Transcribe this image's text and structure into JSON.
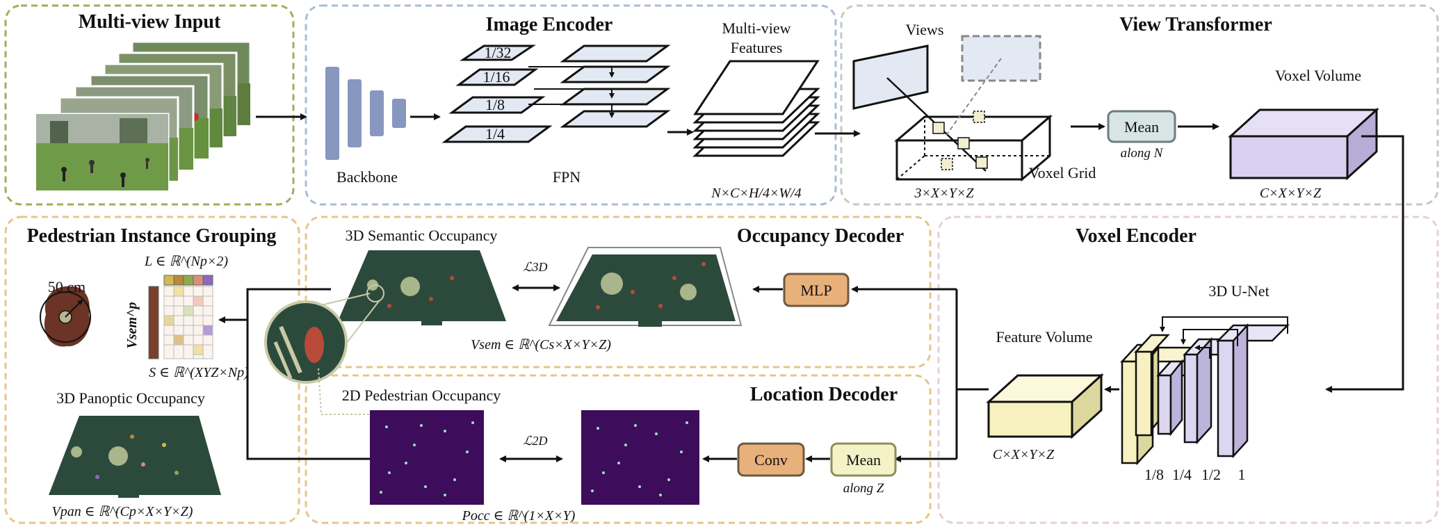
{
  "modules": {
    "multiview_input": "Multi-view Input",
    "image_encoder": "Image Encoder",
    "view_transformer": "View Transformer",
    "pedestrian_grouping": "Pedestrian Instance Grouping",
    "occupancy_decoder": "Occupancy Decoder",
    "voxel_encoder": "Voxel Encoder",
    "location_decoder": "Location Decoder"
  },
  "image_encoder": {
    "backbone": "Backbone",
    "fpn": "FPN",
    "fpn_levels": [
      "1/32",
      "1/16",
      "1/8",
      "1/4"
    ],
    "features_title_1": "Multi-view",
    "features_title_2": "Features",
    "features_shape": "N×C×H/4×W/4"
  },
  "view_transformer": {
    "views": "Views",
    "voxel_grid": "Voxel Grid",
    "grid_shape": "3×X×Y×Z",
    "mean": "Mean",
    "mean_axis": "along N",
    "voxel_volume": "Voxel Volume",
    "volume_shape": "C×X×Y×Z"
  },
  "voxel_encoder": {
    "unet": "3D U-Net",
    "feature_volume": "Feature Volume",
    "feature_shape": "C×X×Y×Z",
    "scales": [
      "1/8",
      "1/4",
      "1/2",
      "1"
    ]
  },
  "occupancy_decoder": {
    "semantic_title": "3D Semantic Occupancy",
    "mlp": "MLP",
    "loss": "ℒ3D",
    "vsem": "Vsem ∈ ℝ^(Cs×X×Y×Z)"
  },
  "location_decoder": {
    "ped_title": "2D Pedestrian Occupancy",
    "conv": "Conv",
    "mean": "Mean",
    "mean_axis": "along Z",
    "loss": "ℒ2D",
    "pocc": "Pocc ∈ ℝ^(1×X×Y)"
  },
  "grouping": {
    "radius": "50 cm",
    "L": "L ∈ ℝ^(Np×2)",
    "Vsem_p": "Vsem^p",
    "S": "S ∈ ℝ^(XYZ×Np)",
    "panoptic_title": "3D Panoptic Occupancy",
    "vpan": "Vpan ∈ ℝ^(Cp×X×Y×Z)"
  },
  "colors": {
    "green_border": "#9bb05a",
    "blue_border": "#a9bcd8",
    "gray_border": "#c8c8c0",
    "orange_border": "#e8c48a",
    "pink_border": "#e6cfd5",
    "backbone": "#8797bf",
    "fpn_plane": "#e3e9f3",
    "mean_box": "#d7e5e4",
    "mlp_box": "#e8b07a",
    "conv_box": "#e8b07a",
    "mean_z_box": "#f4f3c7",
    "voxel_volume": "#d9d1ef",
    "feature_volume": "#f6f1bf",
    "heatmap": "#3d0d5c",
    "scene": "#2c4a3c"
  }
}
